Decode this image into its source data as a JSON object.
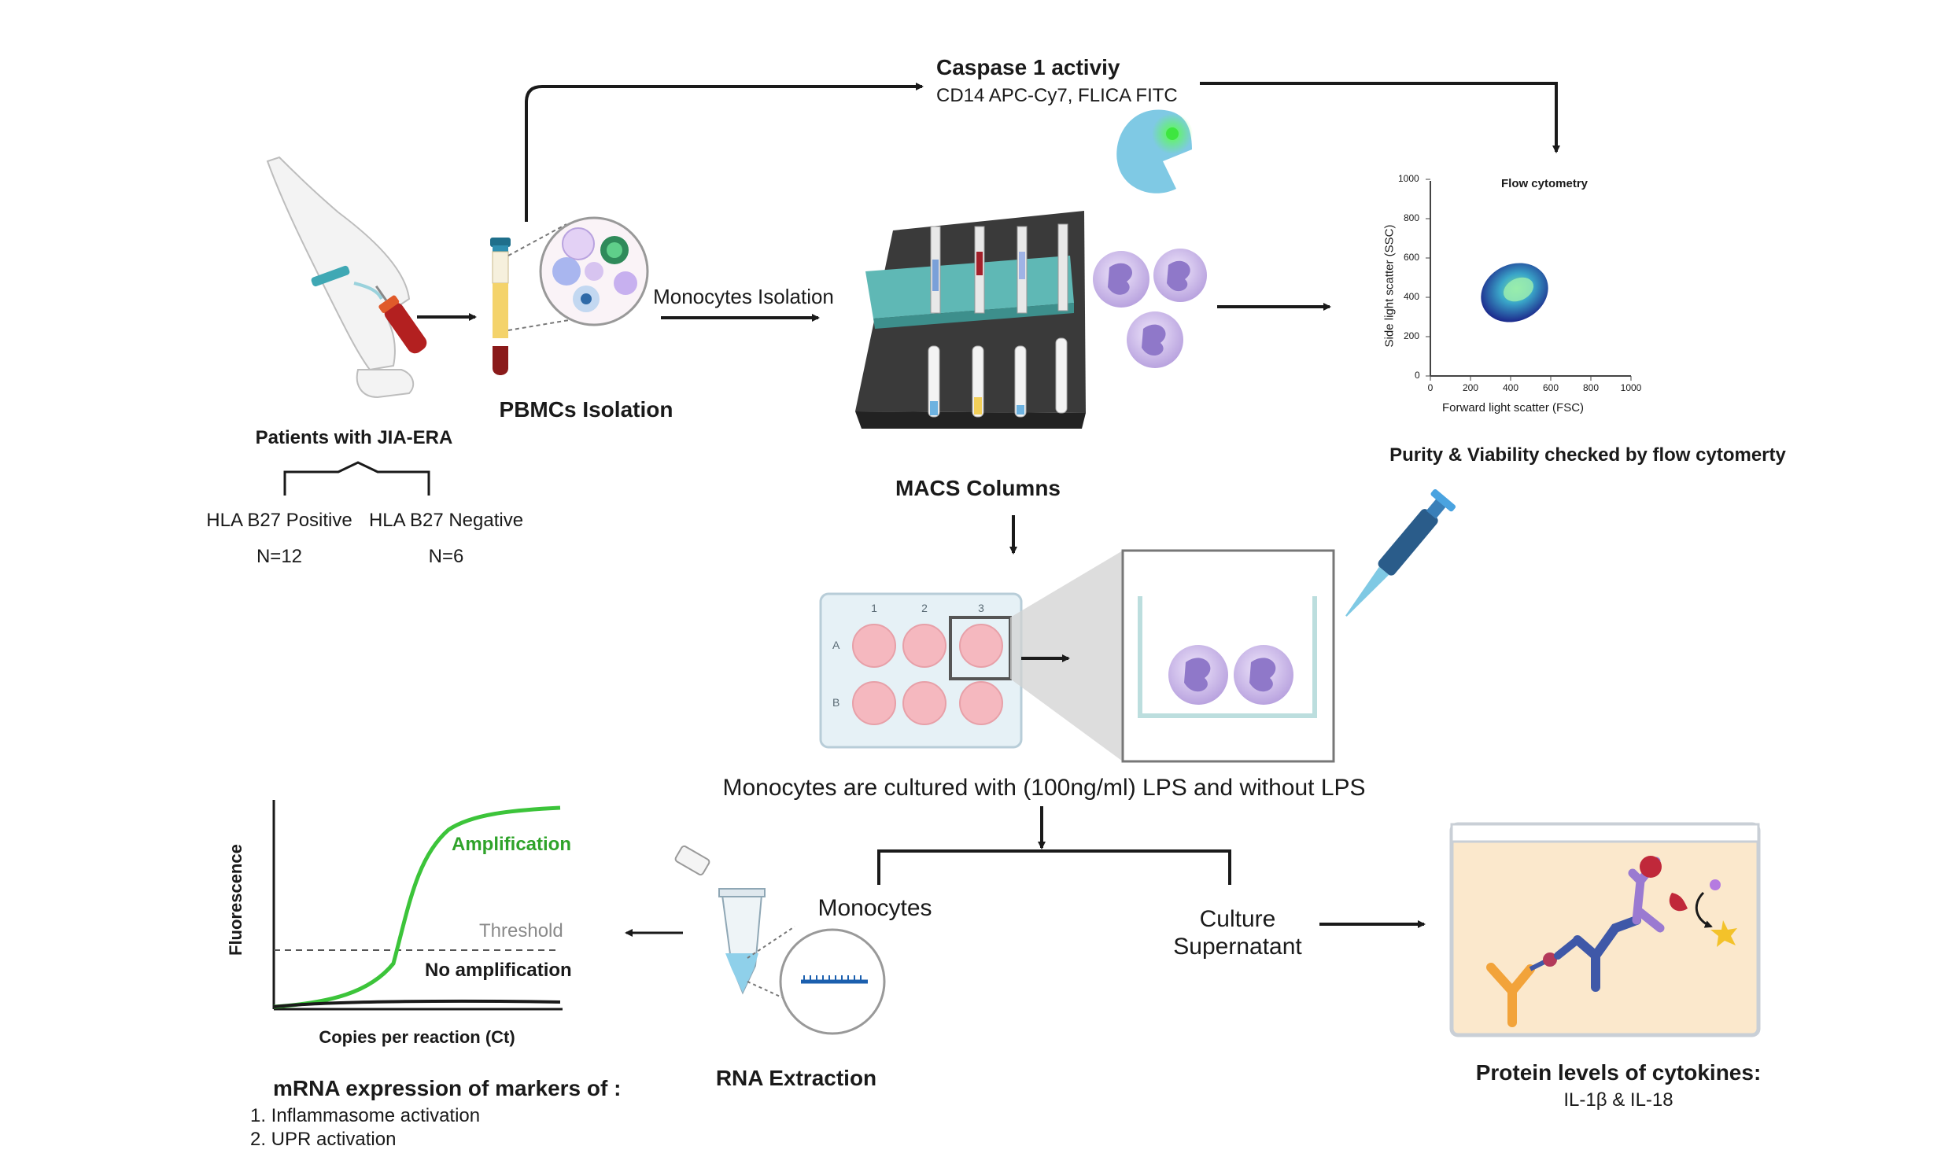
{
  "caspase": {
    "title": "Caspase 1 activiy",
    "subtitle": "CD14 APC-Cy7, FLICA FITC"
  },
  "patients": {
    "title": "Patients with JIA-ERA",
    "groups": [
      {
        "label": "HLA B27 Positive",
        "n": "N=12"
      },
      {
        "label": "HLA B27 Negative",
        "n": "N=6"
      }
    ]
  },
  "pbmc": {
    "title": "PBMCs Isolation"
  },
  "monocyte_isolation": {
    "label": "Monocytes Isolation"
  },
  "macs": {
    "title": "MACS Columns"
  },
  "flow": {
    "plot_title": "Flow cytometry",
    "xlabel": "Forward light scatter (FSC)",
    "ylabel": "Side light scatter (SSC)",
    "x_ticks": [
      "0",
      "200",
      "400",
      "600",
      "800",
      "1000"
    ],
    "y_ticks": [
      "0",
      "200",
      "400",
      "600",
      "800",
      "1000"
    ],
    "caption": "Purity & Viability checked by flow cytomerty"
  },
  "plate": {
    "columns": [
      "1",
      "2",
      "3"
    ],
    "rows": [
      "A",
      "B"
    ]
  },
  "culture": {
    "caption": "Monocytes are cultured with (100ng/ml) LPS and without LPS"
  },
  "branches": {
    "left": "Monocytes",
    "right_line1": "Culture",
    "right_line2": "Supernatant"
  },
  "pcr": {
    "ylabel": "Fluorescence",
    "xlabel": "Copies per reaction (Ct)",
    "amplification": "Amplification",
    "threshold": "Threshold",
    "no_amplification": "No amplification"
  },
  "rna": {
    "title": "RNA Extraction"
  },
  "mrna": {
    "title": "mRNA expression of markers of :",
    "items": [
      "1.  Inflammasome activation",
      "2.  UPR activation"
    ]
  },
  "protein": {
    "title": "Protein levels of cytokines:",
    "subtitle": "IL-1β & IL-18"
  },
  "colors": {
    "arrow": "#1a1a1a",
    "amplification": "#3cc43a",
    "teal": "#67c3c2",
    "cell": "#c9b6e6",
    "well": "#f5b8bf",
    "serum_yellow": "#f4d36b",
    "blood_red": "#8a1a1a",
    "antibody_orange": "#f2a33a",
    "antibody_blue": "#3f58a8",
    "antibody_purple": "#9a7ad1",
    "pipette_blue": "#2a5c8a"
  }
}
